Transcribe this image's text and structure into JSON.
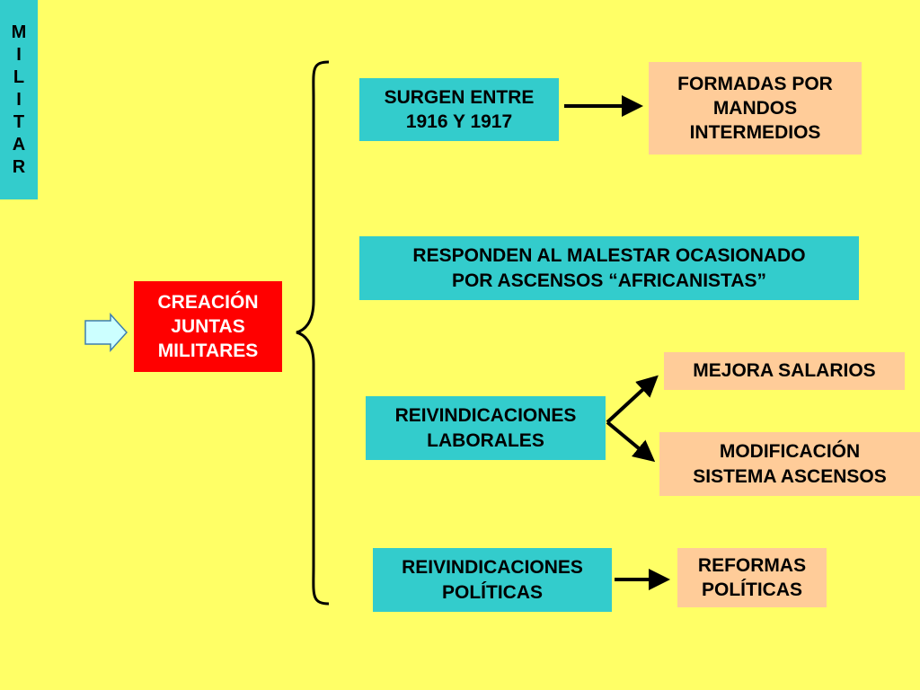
{
  "root": {
    "letters": [
      "M",
      "I",
      "L",
      "I",
      "T",
      "A",
      "R"
    ]
  },
  "center": {
    "text": "CREACIÓN\nJUNTAS\nMILITARES"
  },
  "branches": {
    "surgen": "SURGEN ENTRE\n1916 Y 1917",
    "formadas": "FORMADAS POR\nMANDOS\nINTERMEDIOS",
    "responden": "RESPONDEN AL MALESTAR OCASIONADO\nPOR ASCENSOS “AFRICANISTAS”",
    "laborales": "REIVINDICACIONES\nLABORALES",
    "salarios": "MEJORA SALARIOS",
    "ascensos": "MODIFICACIÓN\nSISTEMA ASCENSOS",
    "politicas": "REIVINDICACIONES\nPOLÍTICAS",
    "reformas": "REFORMAS\nPOLÍTICAS"
  },
  "colors": {
    "background": "#FFFF66",
    "teal": "#33CCCC",
    "peach": "#FFCC99",
    "red": "#FF0000",
    "arrow_fill": "#CCFFFF"
  }
}
